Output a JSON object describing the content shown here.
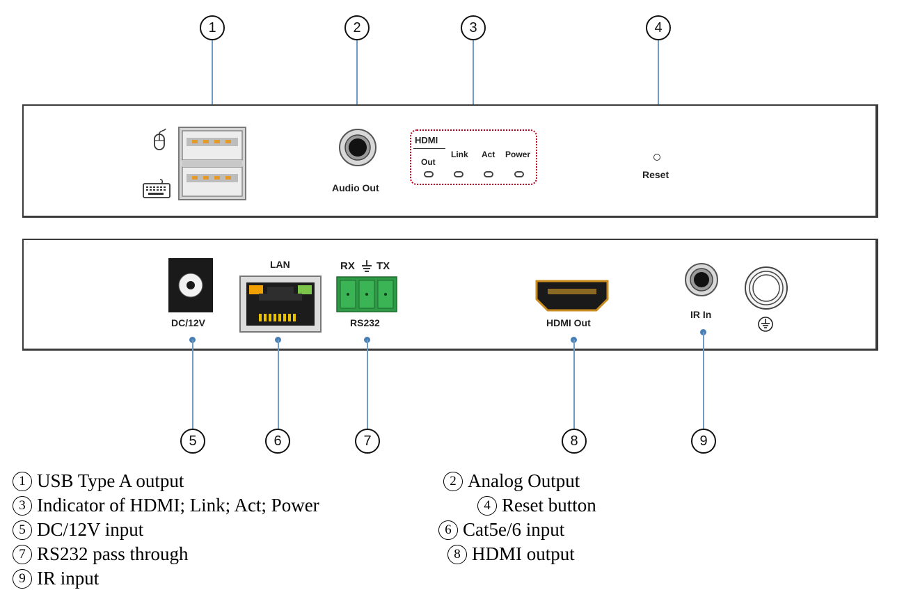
{
  "callouts": [
    "1",
    "2",
    "3",
    "4",
    "5",
    "6",
    "7",
    "8",
    "9"
  ],
  "front_panel": {
    "audio_label": "Audio Out",
    "hdmi_label": "HDMI",
    "out_label": "Out",
    "link_label": "Link",
    "act_label": "Act",
    "power_label": "Power",
    "reset_label": "Reset"
  },
  "rear_panel": {
    "dc_label": "DC/12V",
    "lan_label": "LAN",
    "rx_label": "RX",
    "tx_label": "TX",
    "rs232_label": "RS232",
    "hdmi_out_label": "HDMI Out",
    "ir_label": "IR In"
  },
  "legend": [
    {
      "num": "1",
      "text": "USB Type A output"
    },
    {
      "num": "2",
      "text": "Analog Output"
    },
    {
      "num": "3",
      "text": "Indicator of HDMI; Link; Act; Power"
    },
    {
      "num": "4",
      "text": "Reset button"
    },
    {
      "num": "5",
      "text": "DC/12V input"
    },
    {
      "num": "6",
      "text": "Cat5e/6 input"
    },
    {
      "num": "7",
      "text": "RS232 pass through"
    },
    {
      "num": "8",
      "text": "HDMI output"
    },
    {
      "num": "9",
      "text": "IR input"
    }
  ],
  "colors": {
    "leader_line": "#6f9cc7",
    "indicator_box": "#c0001a",
    "rs232_connector": "#2f9a45",
    "lan_led_left": "#f0a000",
    "lan_led_right": "#7cc44a",
    "hdmi_port_trim": "#c98b1e"
  }
}
